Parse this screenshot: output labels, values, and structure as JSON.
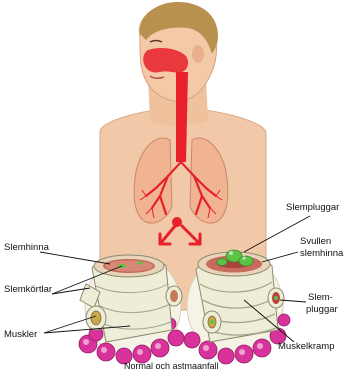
{
  "labels": {
    "slemhinna": "Slemhinna",
    "slemkortlar": "Slemkörtlar",
    "muskler": "Muskler",
    "slempluggar": "Slempluggar",
    "svullen_1": "Svullen",
    "svullen_2": "slemhinna",
    "slem_1": "Slem-",
    "slem_2": "pluggar",
    "muskelkramp": "Muskelkramp"
  },
  "caption": "Normal och astmaanfall",
  "colors": {
    "skin": "#f2c9a8",
    "airway": "#e8202a",
    "hair": "#b8914e",
    "lung": "#f0b493",
    "tube": "#eeeed8",
    "cells": "#d9339b",
    "mucus": "#5cc445"
  }
}
